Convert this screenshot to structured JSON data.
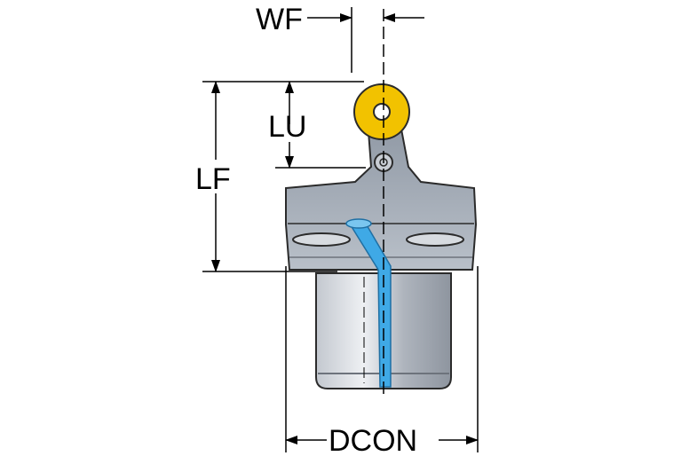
{
  "labels": {
    "wf": "WF",
    "lu": "LU",
    "lf": "LF",
    "dcon": "DCON"
  },
  "colors": {
    "insert": "#f2c200",
    "body": "#a9b0bb",
    "coolant": "#3fa9e6",
    "outline": "#2b2b2b"
  }
}
